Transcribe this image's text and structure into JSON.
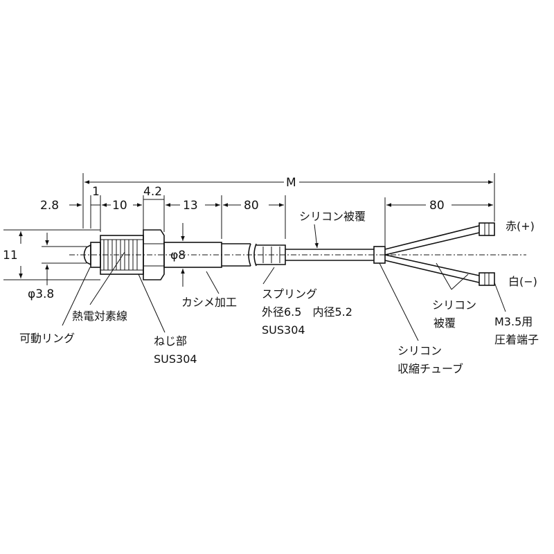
{
  "dimensions": {
    "overall": "M",
    "d_2_8": "2.8",
    "d_1": "1",
    "d_10": "10",
    "d_4_2": "4.2",
    "d_13": "13",
    "d_80_left": "80",
    "d_80_right": "80",
    "height_11": "11",
    "phi_3_8": "φ3.8",
    "phi_8": "φ8"
  },
  "labels": {
    "silicone_coating_top": "シリコン被覆",
    "red_plus": "赤(+)",
    "white_minus": "白(−)",
    "crimp": "カシメ加工",
    "spring_line1": "スプリング",
    "spring_line2": "外径6.5　内径5.2",
    "spring_line3": "SUS304",
    "thermocouple_wire": "熱電対素線",
    "movable_ring": "可動リング",
    "screw_line1": "ねじ部",
    "screw_line2": "SUS304",
    "silicone_coat_line1": "シリコン",
    "silicone_coat_line2": "被覆",
    "terminal_line1": "M3.5用",
    "terminal_line2": "圧着端子",
    "shrink_line1": "シリコン",
    "shrink_line2": "収縮チューブ"
  },
  "colors": {
    "line": "#111111",
    "background": "#ffffff"
  }
}
